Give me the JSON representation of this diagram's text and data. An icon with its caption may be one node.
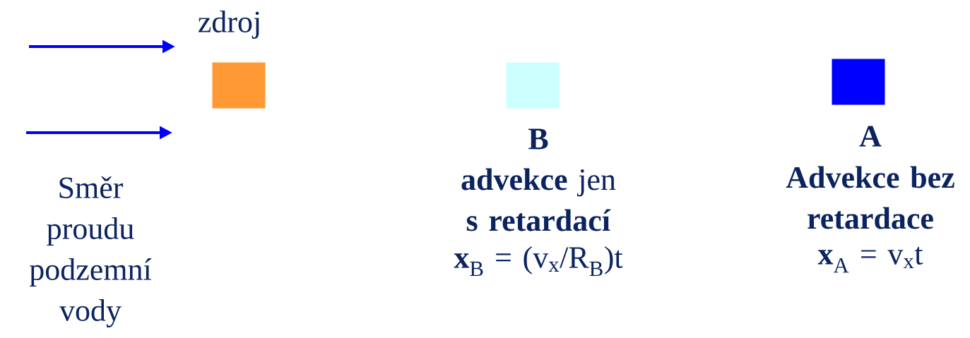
{
  "diagram": {
    "nodes": [
      {
        "text": [],
        "shape": "box",
        "beside": [
          "zdroj"
        ]
      },
      {
        "text": [],
        "shape": "box",
        "beside": [
          "B",
          "**advekce** jen **s retardací**",
          "**x**$_{B}$ = (v$_{x}$/R$_{B}$)t"
        ]
      },
      {
        "text": [],
        "shape": "box",
        "beside": [
          "A",
          "Advekce bez retardace",
          "**x**$_{A}$ = v$_{x}$t"
        ]
      }
    ],
    "edges": [],
    "labels": [
      "Směr proudu podzemní vody"
    ]
  }
}
